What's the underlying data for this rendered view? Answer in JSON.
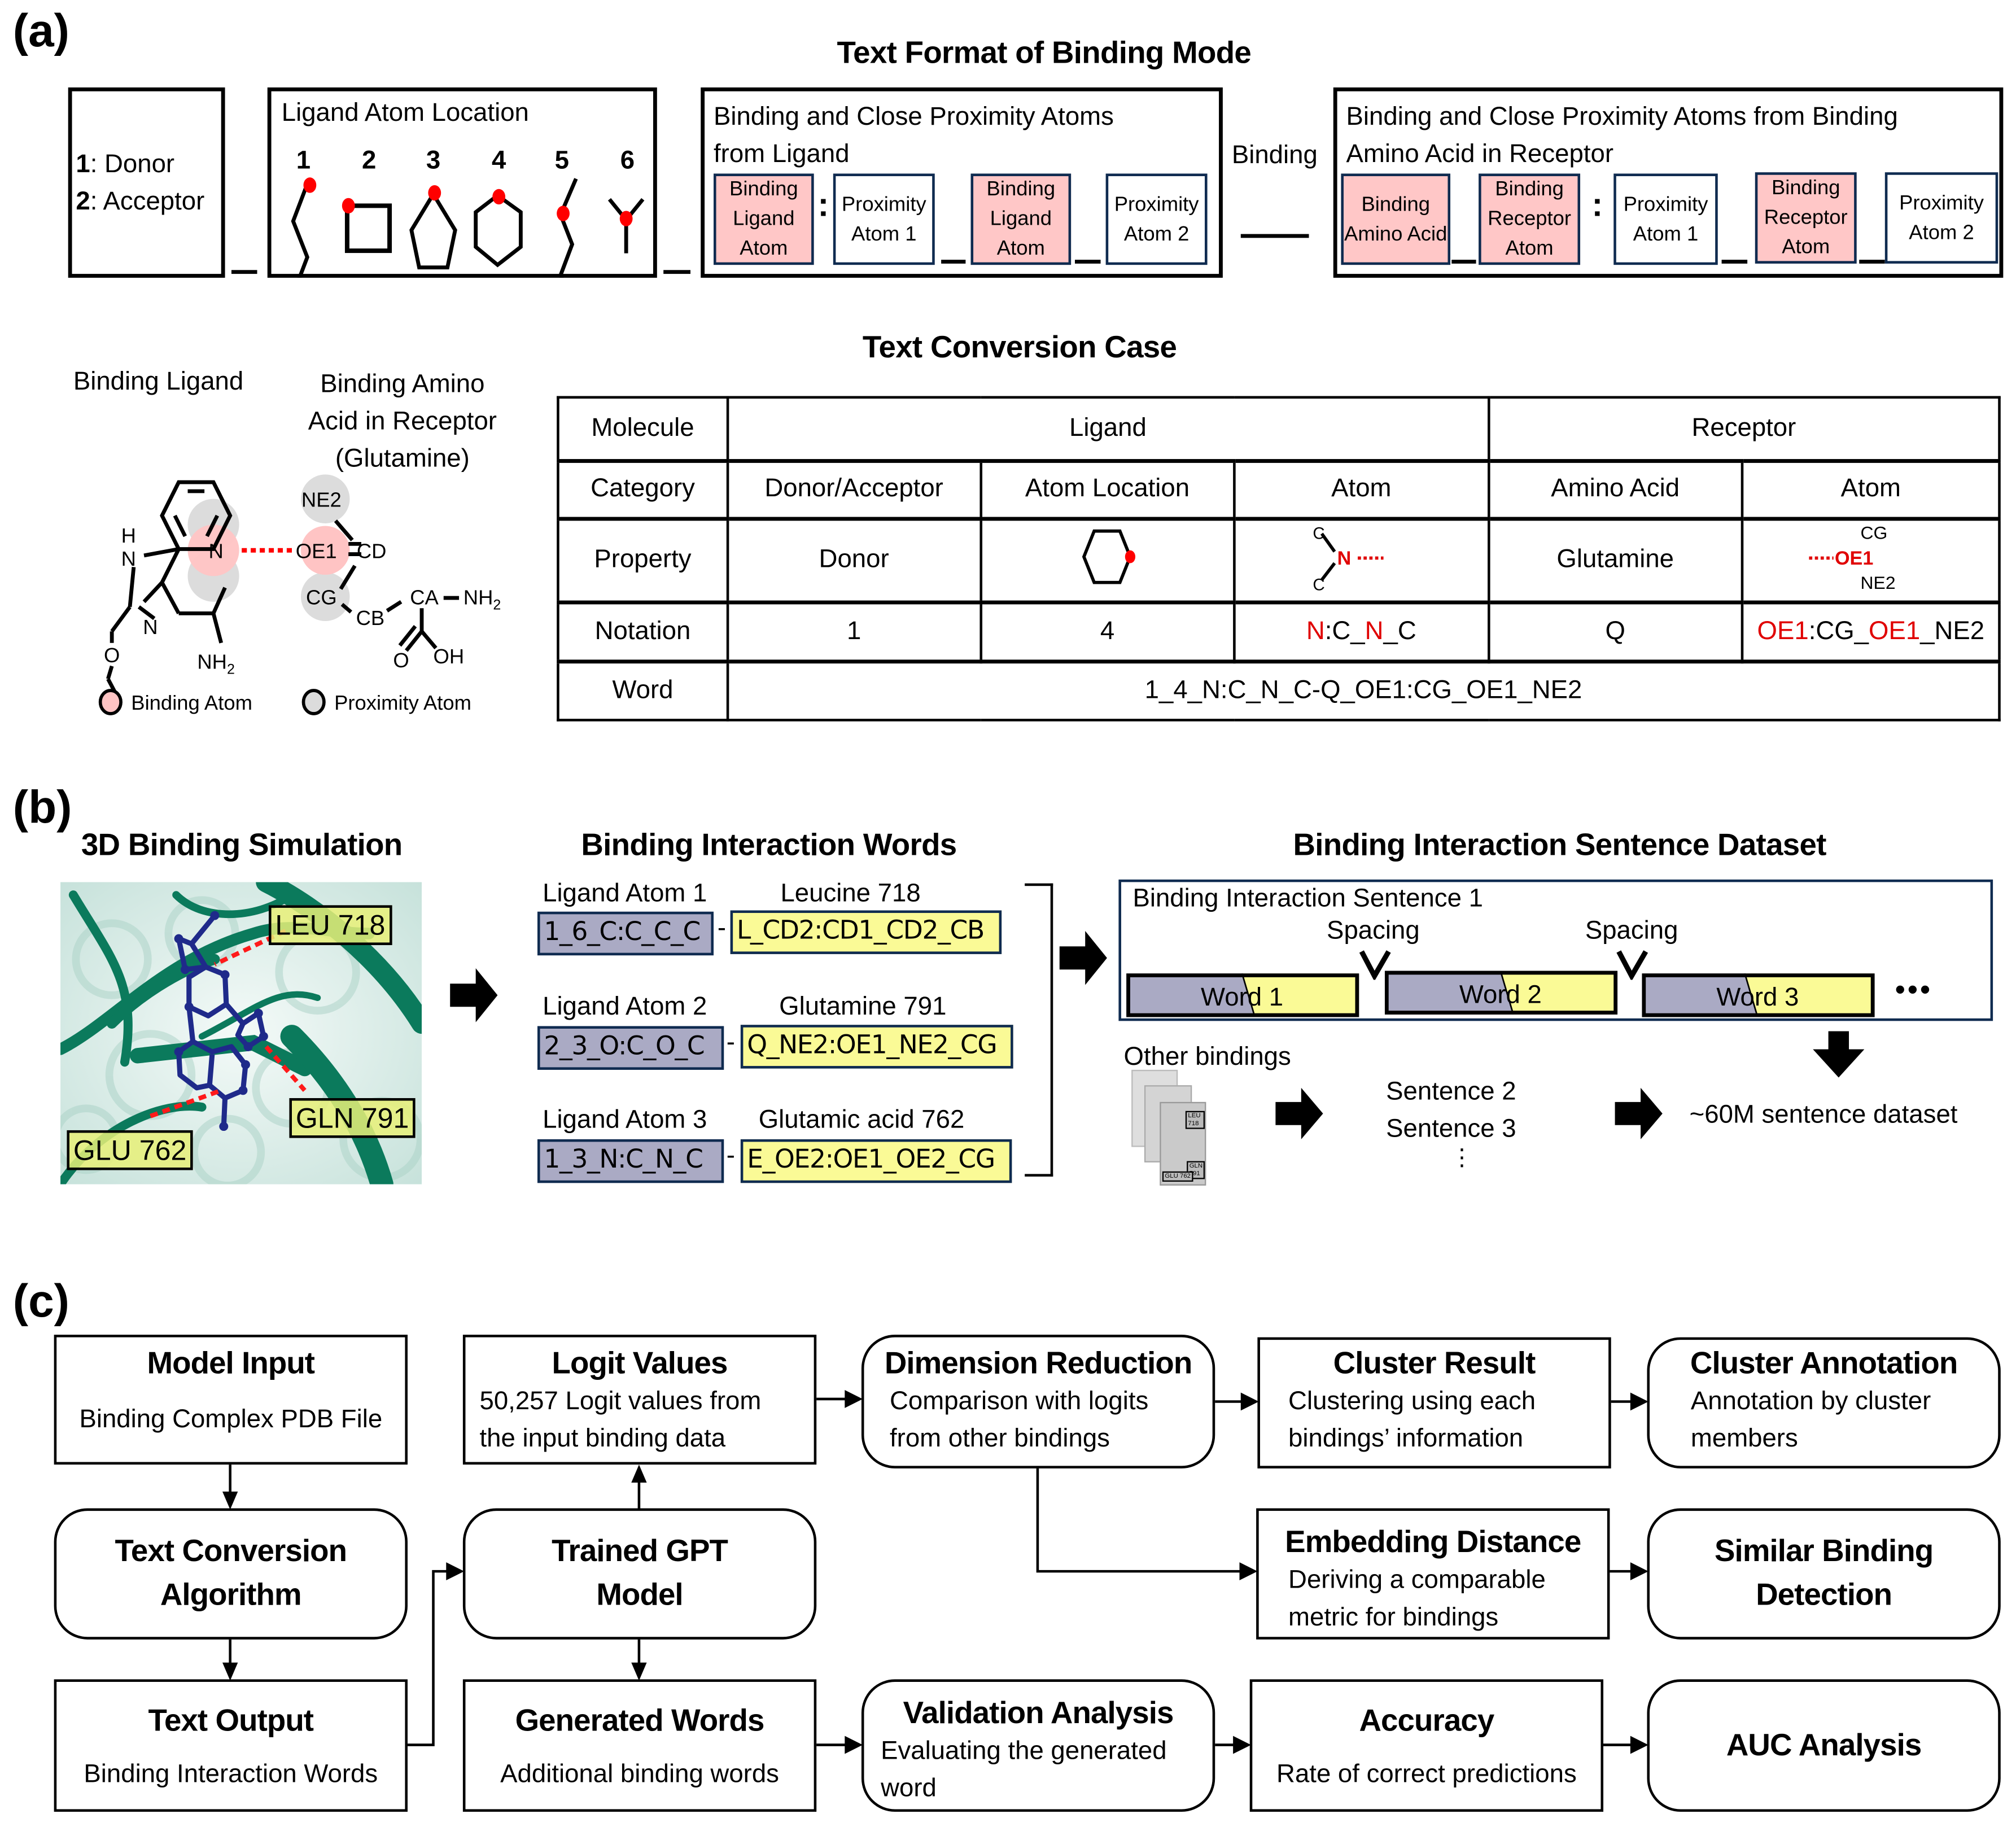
{
  "panel_a": {
    "label": "(a)",
    "title": "Text Format of Binding Mode",
    "donor_box": {
      "line1_num": "1",
      "line1_text": ": Donor",
      "line2_num": "2",
      "line2_text": ": Acceptor"
    },
    "location_box": {
      "title": "Ligand Atom Location",
      "numbers": [
        "1",
        "2",
        "3",
        "4",
        "5",
        "6"
      ]
    },
    "ligand_atoms_box": {
      "title_line1": "Binding and Close Proximity Atoms",
      "title_line2": "from Ligand",
      "items": [
        {
          "label": "Binding Ligand Atom",
          "kind": "binding"
        },
        {
          "label": "Proximity Atom 1",
          "kind": "proximity"
        },
        {
          "label": "Binding Ligand Atom",
          "kind": "binding"
        },
        {
          "label": "Proximity Atom 2",
          "kind": "proximity"
        }
      ]
    },
    "binding_connector": "Binding",
    "receptor_atoms_box": {
      "title_line1": "Binding and Close Proximity Atoms from Binding",
      "title_line2": "Amino Acid in Receptor",
      "items": [
        {
          "label": "Binding Amino Acid",
          "kind": "binding"
        },
        {
          "label": "Binding Receptor Atom",
          "kind": "binding"
        },
        {
          "label": "Proximity Atom 1",
          "kind": "proximity"
        },
        {
          "label": "Binding Receptor Atom",
          "kind": "binding"
        },
        {
          "label": "Proximity Atom 2",
          "kind": "proximity"
        }
      ]
    },
    "chemistry": {
      "ligand_title": "Binding Ligand",
      "receptor_title_line1": "Binding Amino",
      "receptor_title_line2": "Acid in Receptor",
      "receptor_title_line3": "(Glutamine)",
      "ligand_atoms": {
        "H": "H",
        "N1": "N",
        "N2": "N",
        "N3": "N",
        "O": "O",
        "NH2": "NH",
        "sub2": "2"
      },
      "receptor_atoms": {
        "NE2": "NE2",
        "OE1": "OE1",
        "CD": "CD",
        "CG": "CG",
        "CB": "CB",
        "CA": "CA",
        "NH2": "NH",
        "sub2": "2",
        "O": "O",
        "OH": "OH"
      },
      "legend": {
        "binding": "Binding Atom",
        "proximity": "Proximity Atom"
      }
    },
    "conversion_case": {
      "title": "Text Conversion Case",
      "rows": {
        "molecule": {
          "header": "Molecule",
          "ligand": "Ligand",
          "receptor": "Receptor"
        },
        "category": {
          "header": "Category",
          "cells": [
            "Donor/Acceptor",
            "Atom Location",
            "Atom",
            "Amino Acid",
            "Atom"
          ]
        },
        "property": {
          "header": "Property",
          "donor": "Donor",
          "ligand_atom_c1": "C",
          "ligand_atom_n": "N",
          "ligand_atom_c2": "C",
          "amino_acid": "Glutamine",
          "rec_cg": "CG",
          "rec_oe1": "OE1",
          "rec_ne2": "NE2"
        },
        "notation": {
          "header": "Notation",
          "donor": "1",
          "location": "4",
          "ligand_atom": [
            {
              "t": "N",
              "red": true
            },
            {
              "t": ":C_",
              "red": false
            },
            {
              "t": "N",
              "red": true
            },
            {
              "t": "_C",
              "red": false
            }
          ],
          "amino_acid": "Q",
          "receptor_atom": [
            {
              "t": "OE1",
              "red": true
            },
            {
              "t": ":CG_",
              "red": false
            },
            {
              "t": "OE1",
              "red": true
            },
            {
              "t": "_NE2",
              "red": false
            }
          ]
        },
        "word": {
          "header": "Word",
          "value": "1_4_N:C_N_C-Q_OE1:CG_OE1_NE2"
        }
      }
    }
  },
  "panel_b": {
    "label": "(b)",
    "simulation": {
      "title": "3D Binding Simulation",
      "residues": [
        "LEU 718",
        "GLN 791",
        "GLU 762"
      ]
    },
    "words": {
      "title": "Binding Interaction Words",
      "items": [
        {
          "ligand_label": "Ligand Atom 1",
          "receptor_label": "Leucine 718",
          "ligand_word": "1_6_C:C_C_C",
          "receptor_word": "L_CD2:CD1_CD2_CB"
        },
        {
          "ligand_label": "Ligand Atom 2",
          "receptor_label": "Glutamine 791",
          "ligand_word": "2_3_O:C_O_C",
          "receptor_word": "Q_NE2:OE1_NE2_CG"
        },
        {
          "ligand_label": "Ligand Atom 3",
          "receptor_label": "Glutamic acid 762",
          "ligand_word": "1_3_N:C_N_C",
          "receptor_word": "E_OE2:OE1_OE2_CG"
        }
      ],
      "separator": "-"
    },
    "dataset": {
      "title": "Binding Interaction Sentence Dataset",
      "sentence_title": "Binding Interaction Sentence 1",
      "spacing_label": "Spacing",
      "words": [
        "Word 1",
        "Word 2",
        "Word 3"
      ],
      "ellipsis": "•••",
      "other_bindings": "Other bindings",
      "sentences": [
        "Sentence 2",
        "Sentence 3"
      ],
      "vertical_ellipsis": "⋮",
      "result": "~60M sentence dataset",
      "thumb_labels": [
        "LEU 718",
        "GLN 791",
        "GLU 762"
      ]
    }
  },
  "panel_c": {
    "label": "(c)",
    "boxes": {
      "model_input": {
        "title": "Model Input",
        "sub": "Binding Complex PDB File"
      },
      "logit_values": {
        "title": "Logit Values",
        "sub": "50,257 Logit values from the input binding data"
      },
      "dimension_reduction": {
        "title": "Dimension Reduction",
        "sub": "Comparison with logits from other bindings"
      },
      "cluster_result": {
        "title": "Cluster Result",
        "sub": "Clustering using each bindings’ information"
      },
      "cluster_annotation": {
        "title": "Cluster Annotation",
        "sub": "Annotation by cluster members"
      },
      "text_conversion": {
        "title": "Text Conversion Algorithm"
      },
      "trained_gpt": {
        "title": "Trained GPT Model"
      },
      "embedding_distance": {
        "title": "Embedding Distance",
        "sub": "Deriving a comparable metric for bindings"
      },
      "similar_binding": {
        "title": "Similar Binding Detection"
      },
      "text_output": {
        "title": "Text Output",
        "sub": "Binding Interaction Words"
      },
      "generated_words": {
        "title": "Generated Words",
        "sub": "Additional binding words"
      },
      "validation_analysis": {
        "title": "Validation Analysis",
        "sub": "Evaluating the generated word"
      },
      "accuracy": {
        "title": "Accuracy",
        "sub": "Rate of correct predictions"
      },
      "auc_analysis": {
        "title": "AUC Analysis"
      }
    }
  },
  "colors": {
    "binding_pink": "#ffc7c7",
    "proximity_gray": "#dcdcdc",
    "ligand_word_purple": "#aaaac4",
    "receptor_word_yellow": "#fafa96",
    "box_border_navy": "#0f2b50",
    "highlight_red": "#e00000",
    "protein_green": "#0b7a5c",
    "ligand_navy": "#1f2a8a"
  }
}
